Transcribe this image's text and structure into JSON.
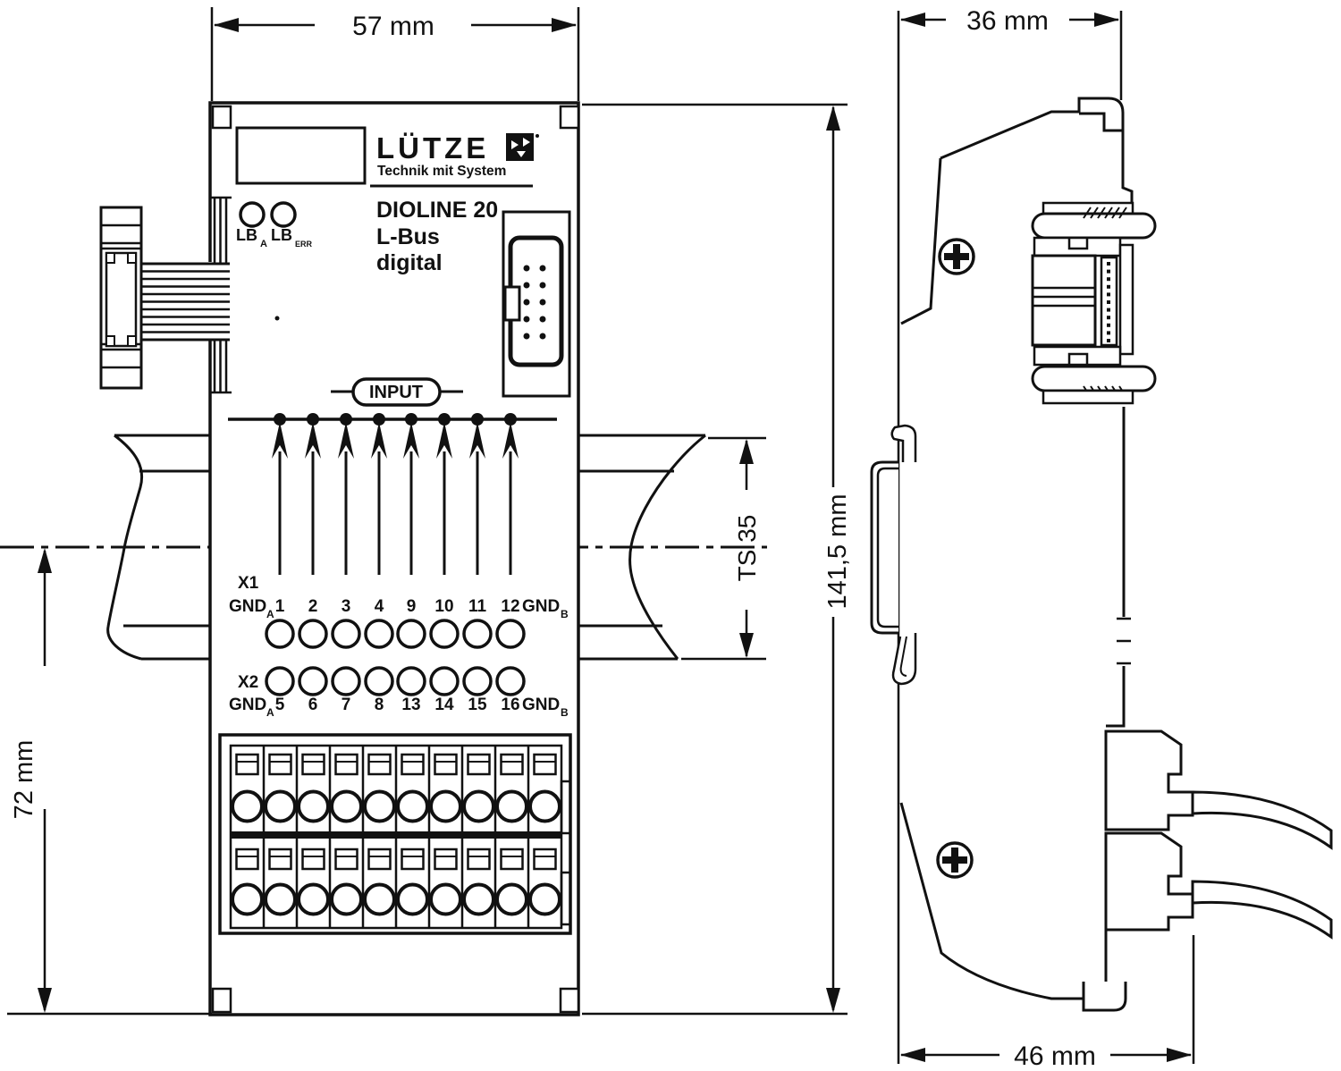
{
  "diagram": {
    "front": {
      "dims": {
        "width": "57 mm",
        "height": "141,5 mm",
        "rail": "TS 35",
        "lower": "72 mm"
      },
      "logo": {
        "brand": "LÜTZE",
        "tagline": "Technik mit System"
      },
      "product": [
        "DIOLINE 20",
        "L-Bus",
        "digital"
      ],
      "leds": [
        {
          "base": "LB",
          "sub": "A"
        },
        {
          "base": "LB",
          "sub": "ERR"
        }
      ],
      "input_label": "INPUT",
      "x1": {
        "name": "X1",
        "gnd": "GND",
        "sub_a": "A",
        "sub_b": "B",
        "pins": [
          "1",
          "2",
          "3",
          "4",
          "9",
          "10",
          "11",
          "12"
        ]
      },
      "x2": {
        "name": "X2",
        "gnd": "GND",
        "sub_a": "A",
        "sub_b": "B",
        "pins": [
          "5",
          "6",
          "7",
          "8",
          "13",
          "14",
          "15",
          "16"
        ]
      }
    },
    "side": {
      "dims": {
        "top": "36 mm",
        "bottom": "46 mm"
      }
    }
  }
}
